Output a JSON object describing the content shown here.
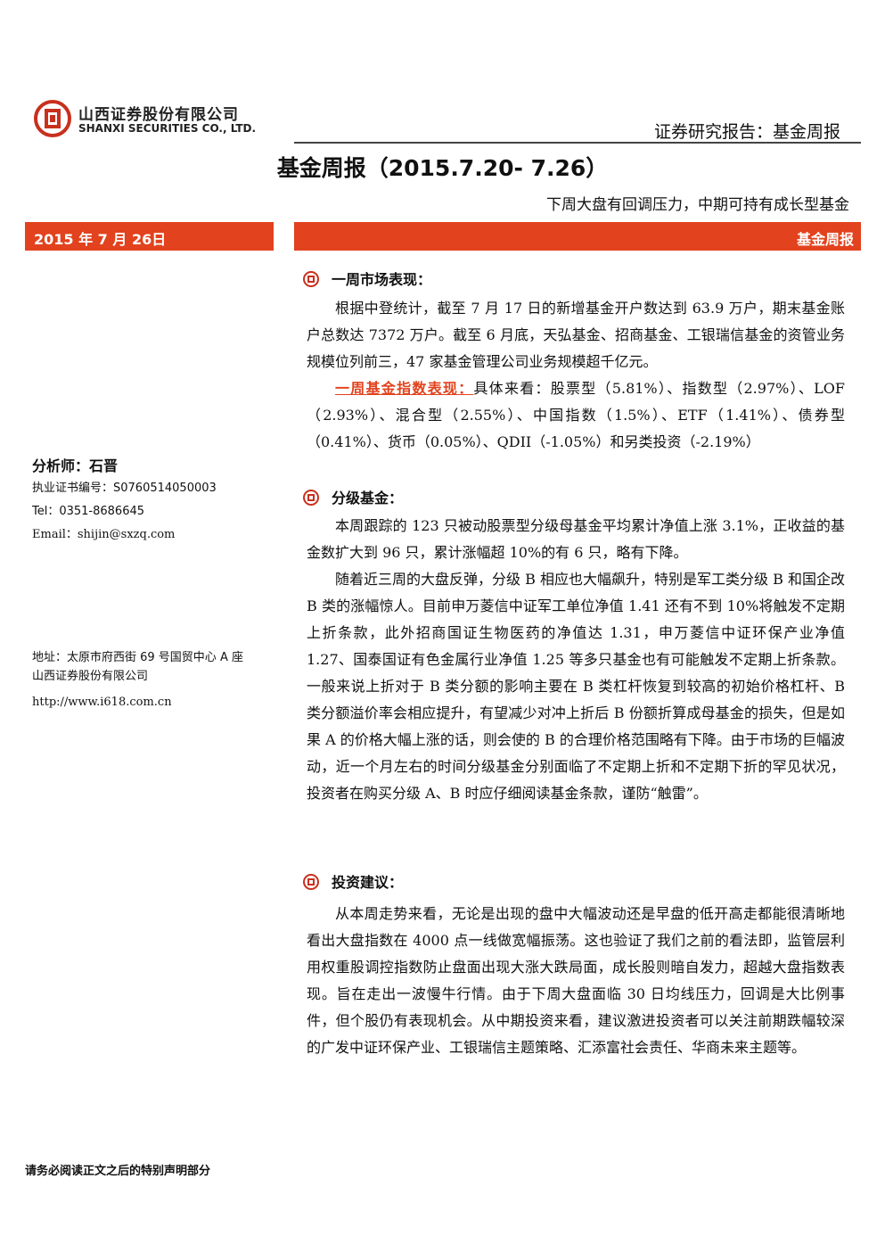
{
  "header": {
    "company_cn": "山西证券股份有限公司",
    "company_en": "SHANXI SECURITIES CO., LTD.",
    "report_type": "证券研究报告：基金周报"
  },
  "title": {
    "main": "基金周报（2015.7.20- 7.26）",
    "subtitle": "下周大盘有回调压力，中期可持有成长型基金"
  },
  "bars": {
    "date": "2015 年 7 月 26日",
    "category": "基金周报"
  },
  "analyst": {
    "name_label": "分析师：石晋",
    "cert": "执业证书编号：S0760514050003",
    "tel": "Tel：0351-8686645",
    "email": "Email：shijin@sxzq.com",
    "address": "地址：太原市府西街 69 号国贸中心 A 座",
    "company": "山西证券股份有限公司",
    "website": "http://www.i618.com.cn"
  },
  "sections": {
    "market": {
      "heading": "一周市场表现：",
      "p1": "根据中登统计，截至 7 月 17 日的新增基金开户数达到 63.9 万户，期末基金账户总数达 7372 万户。截至 6 月底，天弘基金、招商基金、工银瑞信基金的资管业务规模位列前三，47 家基金管理公司业务规模超千亿元。",
      "p2_highlight": "一周基金指数表现：",
      "p2_rest": "具体来看：股票型（5.81%）、指数型（2.97%）、LOF（2.93%）、混合型（2.55%）、中国指数（1.5%）、ETF（1.41%）、债券型（0.41%）、货币（0.05%）、QDII（-1.05%）和另类投资（-2.19%）"
    },
    "graded": {
      "heading": "分级基金：",
      "p1": "本周跟踪的 123 只被动股票型分级母基金平均累计净值上涨 3.1%，正收益的基金数扩大到 96 只，累计涨幅超 10%的有 6 只，略有下降。",
      "p2": "随着近三周的大盘反弹，分级 B 相应也大幅飙升，特别是军工类分级 B 和国企改 B 类的涨幅惊人。目前申万菱信中证军工单位净值 1.41 还有不到 10%将触发不定期上折条款，此外招商国证生物医药的净值达 1.31，申万菱信中证环保产业净值 1.27、国泰国证有色金属行业净值 1.25 等多只基金也有可能触发不定期上折条款。一般来说上折对于 B 类分额的影响主要在 B 类杠杆恢复到较高的初始价格杠杆、B 类分额溢价率会相应提升，有望减少对冲上折后 B 份额折算成母基金的损失，但是如果 A 的价格大幅上涨的话，则会使的 B 的合理价格范围略有下降。由于市场的巨幅波动，近一个月左右的时间分级基金分别面临了不定期上折和不定期下折的罕见状况，投资者在购买分级 A、B 时应仔细阅读基金条款，谨防“触雷”。"
    },
    "advice": {
      "heading": "投资建议：",
      "p1": "从本周走势来看，无论是出现的盘中大幅波动还是早盘的低开高走都能很清晰地看出大盘指数在 4000 点一线做宽幅振荡。这也验证了我们之前的看法即，监管层利用权重股调控指数防止盘面出现大涨大跌局面，成长股则暗自发力，超越大盘指数表现。旨在走出一波慢牛行情。由于下周大盘面临 30 日均线压力，回调是大比例事件，但个股仍有表现机会。从中期投资来看，建议激进投资者可以关注前期跌幅较深的广发中证环保产业、工银瑞信主题策略、汇添富社会责任、华商未来主题等。"
    }
  },
  "footer": "请务必阅读正文之后的特别声明部分",
  "colors": {
    "accent": "#e2421d",
    "logo": "#c8301e"
  },
  "icons": {
    "logo": "company-logo",
    "section": "section-bullet-icon"
  }
}
